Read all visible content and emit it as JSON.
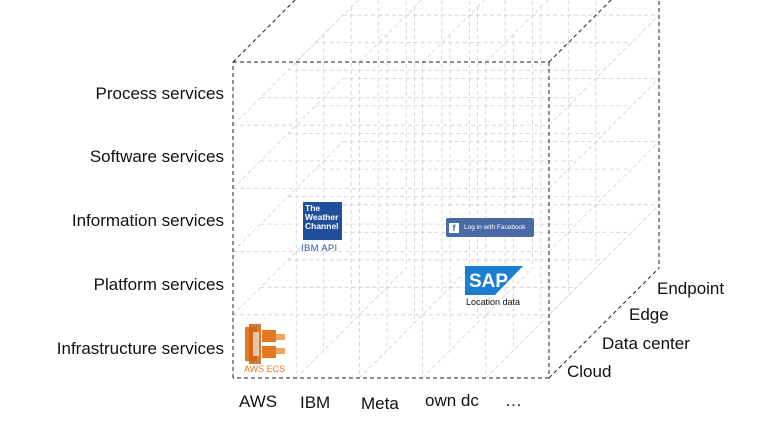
{
  "rows": [
    "Process services",
    "Software services",
    "Information services",
    "Platform services",
    "Infrastructure services"
  ],
  "columns": [
    "AWS",
    "IBM",
    "Meta",
    "own dc",
    "…"
  ],
  "depth": [
    "Cloud",
    "Data center",
    "Edge",
    "Endpoint"
  ],
  "logos": {
    "weather_channel": {
      "text": "The Weather Channel",
      "caption": "IBM API"
    },
    "facebook": {
      "text": "Log in with Facebook",
      "icon": "f"
    },
    "sap": {
      "text": "SAP",
      "caption": "Location data"
    },
    "aws_ecs": {
      "caption": "AWS ECS"
    }
  },
  "colors": {
    "weather": "#1f4f9a",
    "facebook": "#4a6aa5",
    "sap": "#1a7fd4",
    "aws": "#e3781f"
  }
}
